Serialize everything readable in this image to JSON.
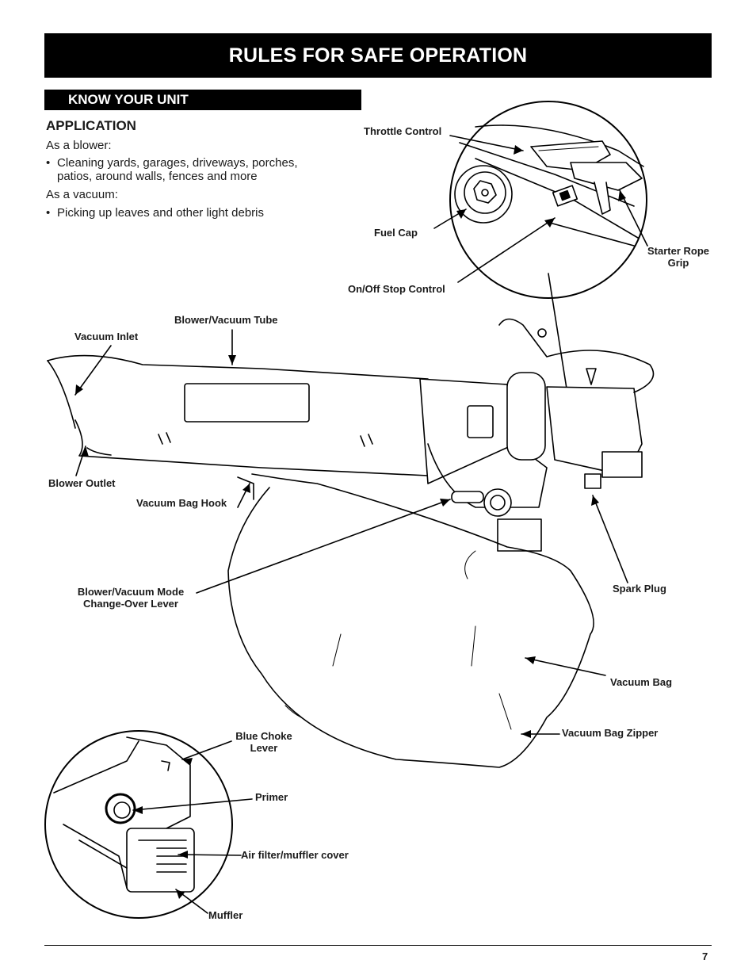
{
  "header": {
    "title": "RULES FOR SAFE OPERATION"
  },
  "section": {
    "title": "KNOW YOUR UNIT"
  },
  "application": {
    "heading": "APPLICATION",
    "blower_intro": "As a blower:",
    "blower_bullets": [
      "Cleaning yards, garages, driveways, porches,",
      "patios, around walls, fences and more"
    ],
    "vacuum_intro": "As a vacuum:",
    "vacuum_bullets": [
      "Picking up leaves and other light debris"
    ]
  },
  "labels": {
    "throttle_control": "Throttle Control",
    "fuel_cap": "Fuel Cap",
    "starter_rope_grip_1": "Starter Rope",
    "starter_rope_grip_2": "Grip",
    "on_off_stop_control": "On/Off Stop Control",
    "blower_vacuum_tube": "Blower/Vacuum Tube",
    "vacuum_inlet": "Vacuum Inlet",
    "blower_outlet": "Blower Outlet",
    "vacuum_bag_hook": "Vacuum Bag Hook",
    "mode_lever_1": "Blower/Vacuum Mode",
    "mode_lever_2": "Change-Over Lever",
    "spark_plug": "Spark Plug",
    "vacuum_bag": "Vacuum Bag",
    "vacuum_bag_zipper": "Vacuum Bag Zipper",
    "blue_choke_lever_1": "Blue Choke",
    "blue_choke_lever_2": "Lever",
    "primer": "Primer",
    "air_filter_muffler_cover": "Air filter/muffler cover",
    "muffler": "Muffler"
  },
  "footer": {
    "page_number": "7"
  }
}
